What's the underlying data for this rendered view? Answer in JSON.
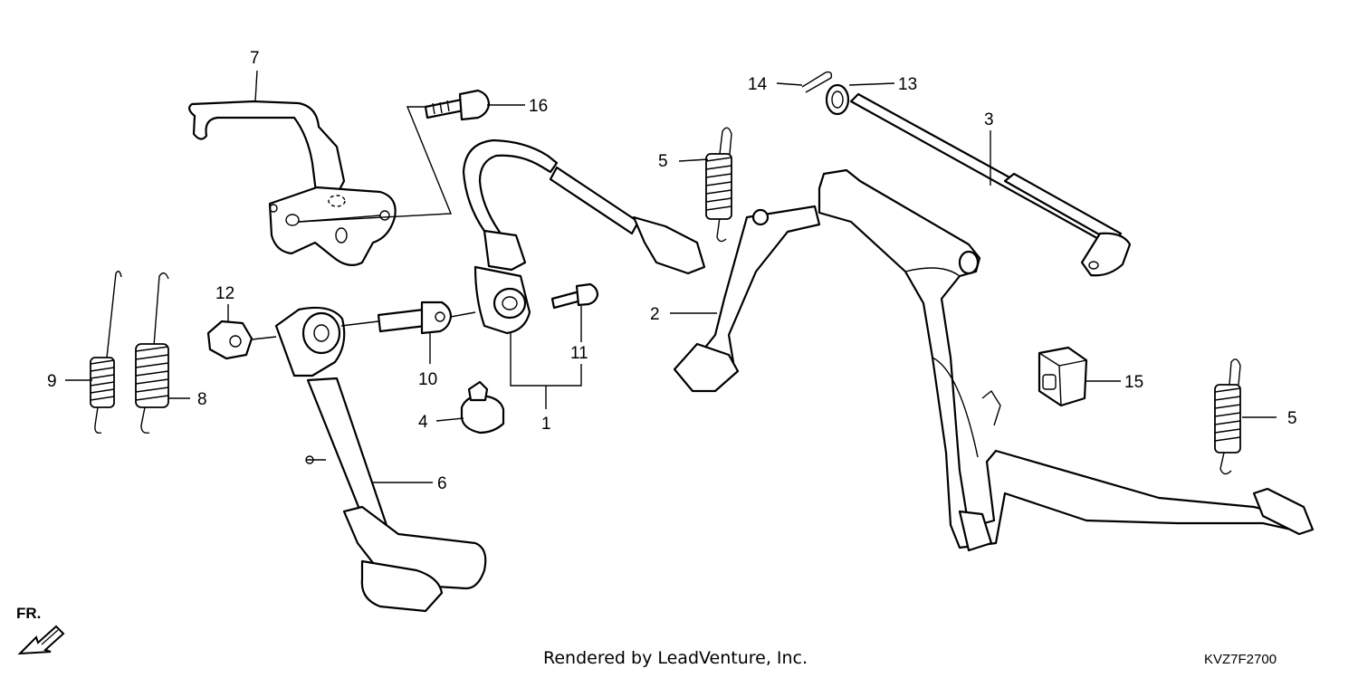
{
  "diagram": {
    "callouts": [
      {
        "id": "1",
        "label": "1"
      },
      {
        "id": "2",
        "label": "2"
      },
      {
        "id": "3",
        "label": "3"
      },
      {
        "id": "4",
        "label": "4"
      },
      {
        "id": "5a",
        "label": "5"
      },
      {
        "id": "5b",
        "label": "5"
      },
      {
        "id": "6",
        "label": "6"
      },
      {
        "id": "7",
        "label": "7"
      },
      {
        "id": "8",
        "label": "8"
      },
      {
        "id": "9",
        "label": "9"
      },
      {
        "id": "10",
        "label": "10"
      },
      {
        "id": "11",
        "label": "11"
      },
      {
        "id": "12",
        "label": "12"
      },
      {
        "id": "13",
        "label": "13"
      },
      {
        "id": "14",
        "label": "14"
      },
      {
        "id": "15",
        "label": "15"
      },
      {
        "id": "16",
        "label": "16"
      }
    ],
    "direction_label": "FR.",
    "footer_text": "Rendered by LeadVenture, Inc.",
    "diagram_code": "KVZ7F2700"
  }
}
